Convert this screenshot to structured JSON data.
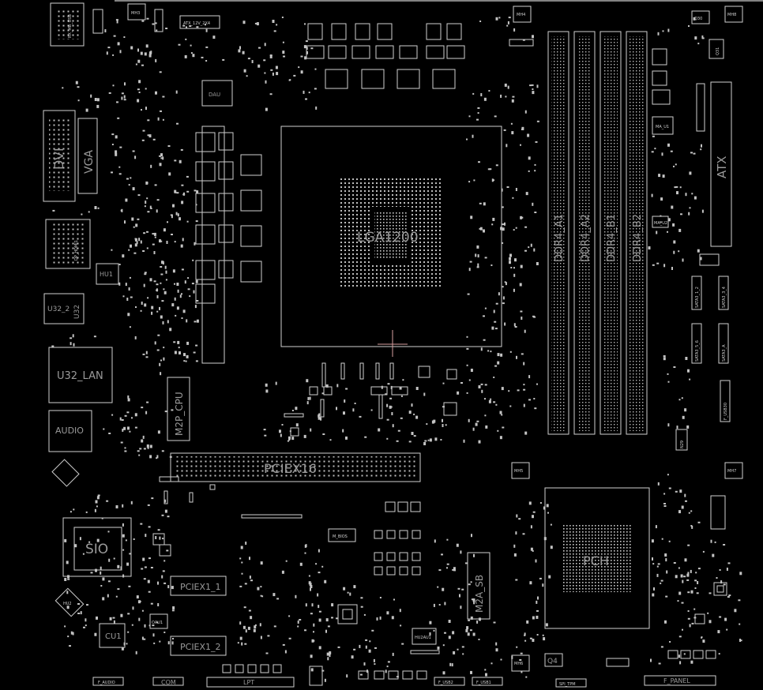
{
  "labels": {
    "rxm_usb": "RX_MB_USB",
    "mh3": "MH3",
    "atx_cpu": "ATX_12V_2X4",
    "mh4": "MH4",
    "q30": "Q30",
    "mh8": "MH8",
    "q31": "Q31",
    "dau": "DAU",
    "dvi": "DVI",
    "vga": "VGA",
    "dp_hdmi": "DP_HDMI1",
    "hu1": "HU1",
    "u32_2": "U32_2",
    "u32": "U32",
    "u32_lan": "U32_LAN",
    "audio": "AUDIO",
    "m2p_cpu": "M2P_CPU",
    "lga": "LGA1200",
    "ddr_a1": "DDR4_A1",
    "ddr_a2": "DDR4_A2",
    "ddr_b1": "DDR4_B1",
    "ddr_b2": "DDR4_B2",
    "ma_u1": "MA_U1",
    "ma_u2": "MA_U2",
    "atx": "ATX",
    "sata1_2": "SATA3_1_2",
    "sata3_4": "SATA3_3_4",
    "sata5_6": "SATA3_5_6",
    "sata_a": "SATA3_A",
    "n29": "N29",
    "pciex16": "PCIEX16",
    "mh5": "MH5",
    "mh7": "MH7",
    "sio": "SIO",
    "m_bios": "M_BIOS",
    "m2a_sb": "M2A_SB",
    "pch": "PCH",
    "pciex1_1": "PCIEX1_1",
    "pciex1_2": "PCIEX1_2",
    "cu1": "CU1",
    "hu2": "HU2",
    "oau1": "OAU1",
    "hu2au1": "HU2AU1",
    "q4": "Q4",
    "f_audio": "F_AUDIO",
    "com": "COM",
    "lpt": "LPT",
    "f_usb2": "F_USB2",
    "f_usb1": "F_USB1",
    "spi_tpm": "SPI_TPM",
    "f_panel": "F_PANEL",
    "mh6": "MH6",
    "f_usb3": "F_USB30"
  }
}
